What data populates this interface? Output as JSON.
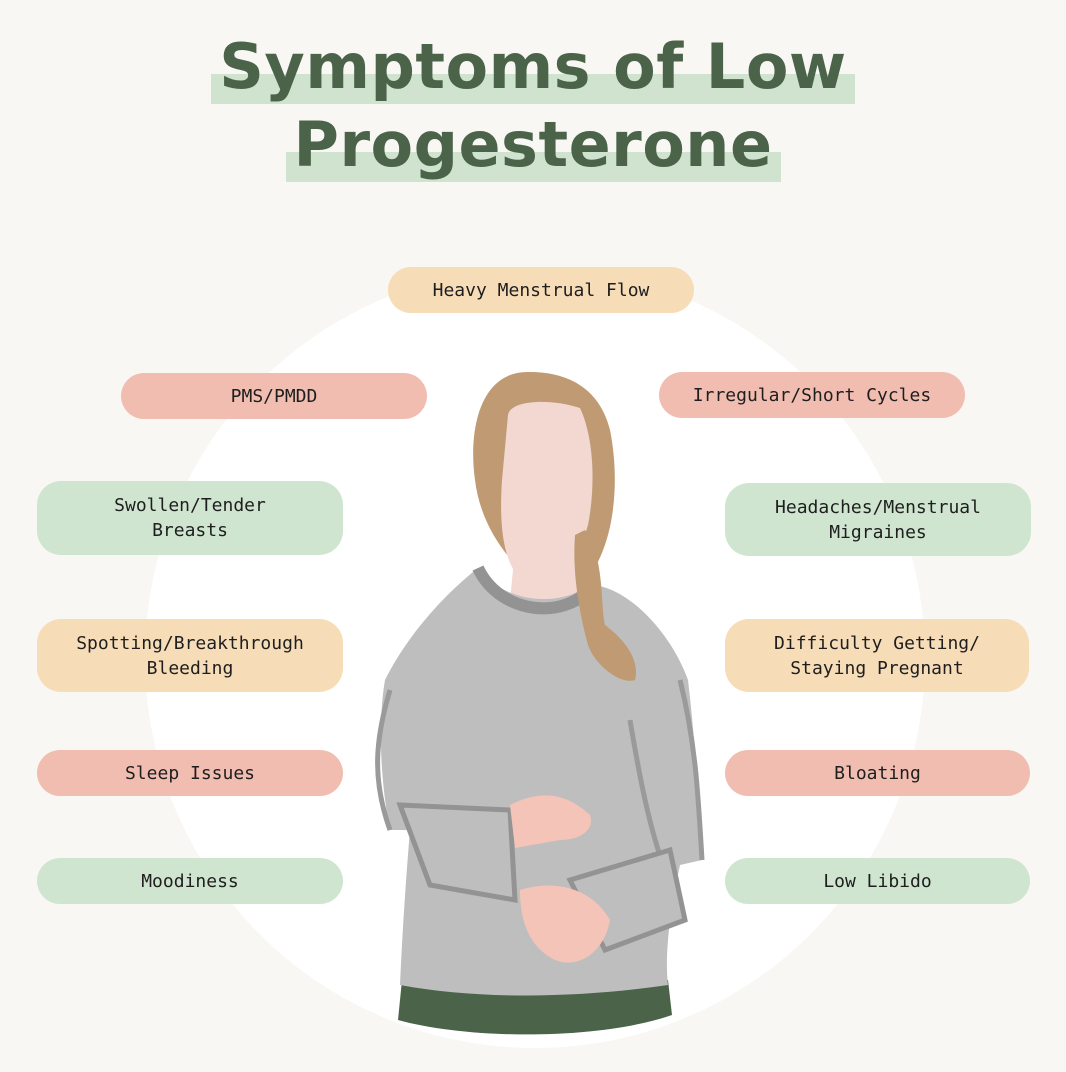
{
  "title": {
    "line1": "Symptoms of Low",
    "line2": "Progesterone"
  },
  "colors": {
    "title": "#4a6349",
    "highlight": "#cfe3cf",
    "peach": "#f7dcb8",
    "pink": "#f0bdb0",
    "green": "#cfe5d0"
  },
  "symptoms": {
    "heavy_flow": "Heavy Menstrual Flow",
    "pms": "PMS/PMDD",
    "irregular": "Irregular/Short Cycles",
    "swollen": "Swollen/Tender\nBreasts",
    "headaches": "Headaches/Menstrual\nMigraines",
    "spotting": "Spotting/Breakthrough\nBleeding",
    "difficulty": "Difficulty Getting/\nStaying Pregnant",
    "sleep": "Sleep Issues",
    "bloating": "Bloating",
    "moodiness": "Moodiness",
    "libido": "Low Libido"
  }
}
